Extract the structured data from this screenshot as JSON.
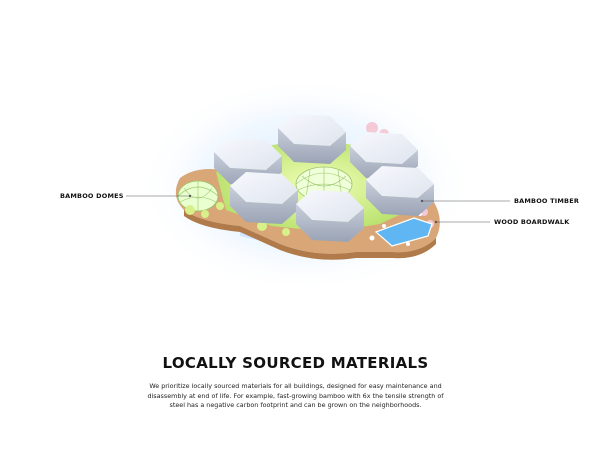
{
  "diagram": {
    "callouts": {
      "bamboo_domes": "BAMBOO DOMES",
      "bamboo_timber": "BAMBOO TIMBER",
      "wood_boardwalk": "WOOD BOARDWALK"
    }
  },
  "section": {
    "title": "LOCALLY SOURCED MATERIALS",
    "body": "We prioritize locally sourced materials for all buildings, designed for easy maintenance and disassembly at end of life. For example, fast-growing bamboo with 6x the tensile strength of steel has a negative carbon footprint and can be grown on the neighborhoods."
  },
  "colors": {
    "roof": "#eef1f8",
    "glow": "#9fd0ff",
    "green": "#c9ec7a",
    "deck": "#d9a777",
    "pool": "#5fb6f2"
  }
}
